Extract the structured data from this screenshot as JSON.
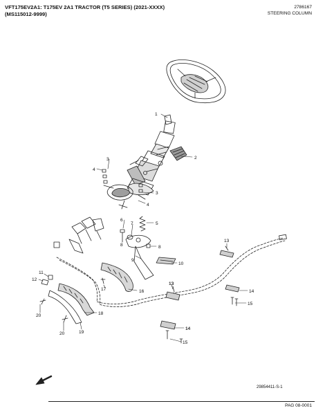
{
  "header": {
    "title_line1": "VFT175EV2A1: T175EV 2A1 TRACTOR (T5 SERIES) (2021-XXXX)",
    "title_line2": "(MS115012-9999)",
    "part_number": "2786167",
    "section": "STEERING COLUMN"
  },
  "callouts": [
    "1",
    "2",
    "3",
    "4",
    "3",
    "4",
    "5",
    "6",
    "7",
    "8",
    "8",
    "9",
    "10",
    "11",
    "12",
    "13",
    "13",
    "13",
    "14",
    "14",
    "14",
    "15",
    "15",
    "16",
    "17",
    "18",
    "19",
    "20",
    "20"
  ],
  "reference_code": "29854411-S-1",
  "page_label": "PAG 08-0001"
}
